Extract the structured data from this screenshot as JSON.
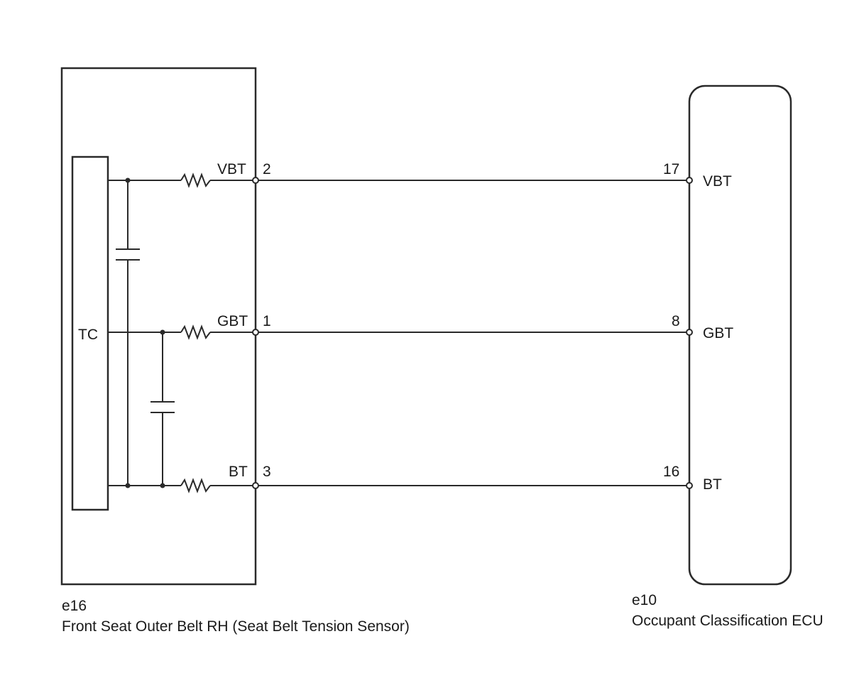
{
  "sensor": {
    "code": "e16",
    "name": "Front Seat Outer Belt RH (Seat Belt Tension Sensor)",
    "element_label": "TC"
  },
  "ecu": {
    "code": "e10",
    "name": "Occupant Classification ECU"
  },
  "circuits": [
    {
      "signal": "VBT",
      "sensor_pin": "2",
      "ecu_pin": "17"
    },
    {
      "signal": "GBT",
      "sensor_pin": "1",
      "ecu_pin": "8"
    },
    {
      "signal": "BT",
      "sensor_pin": "3",
      "ecu_pin": "16"
    }
  ]
}
